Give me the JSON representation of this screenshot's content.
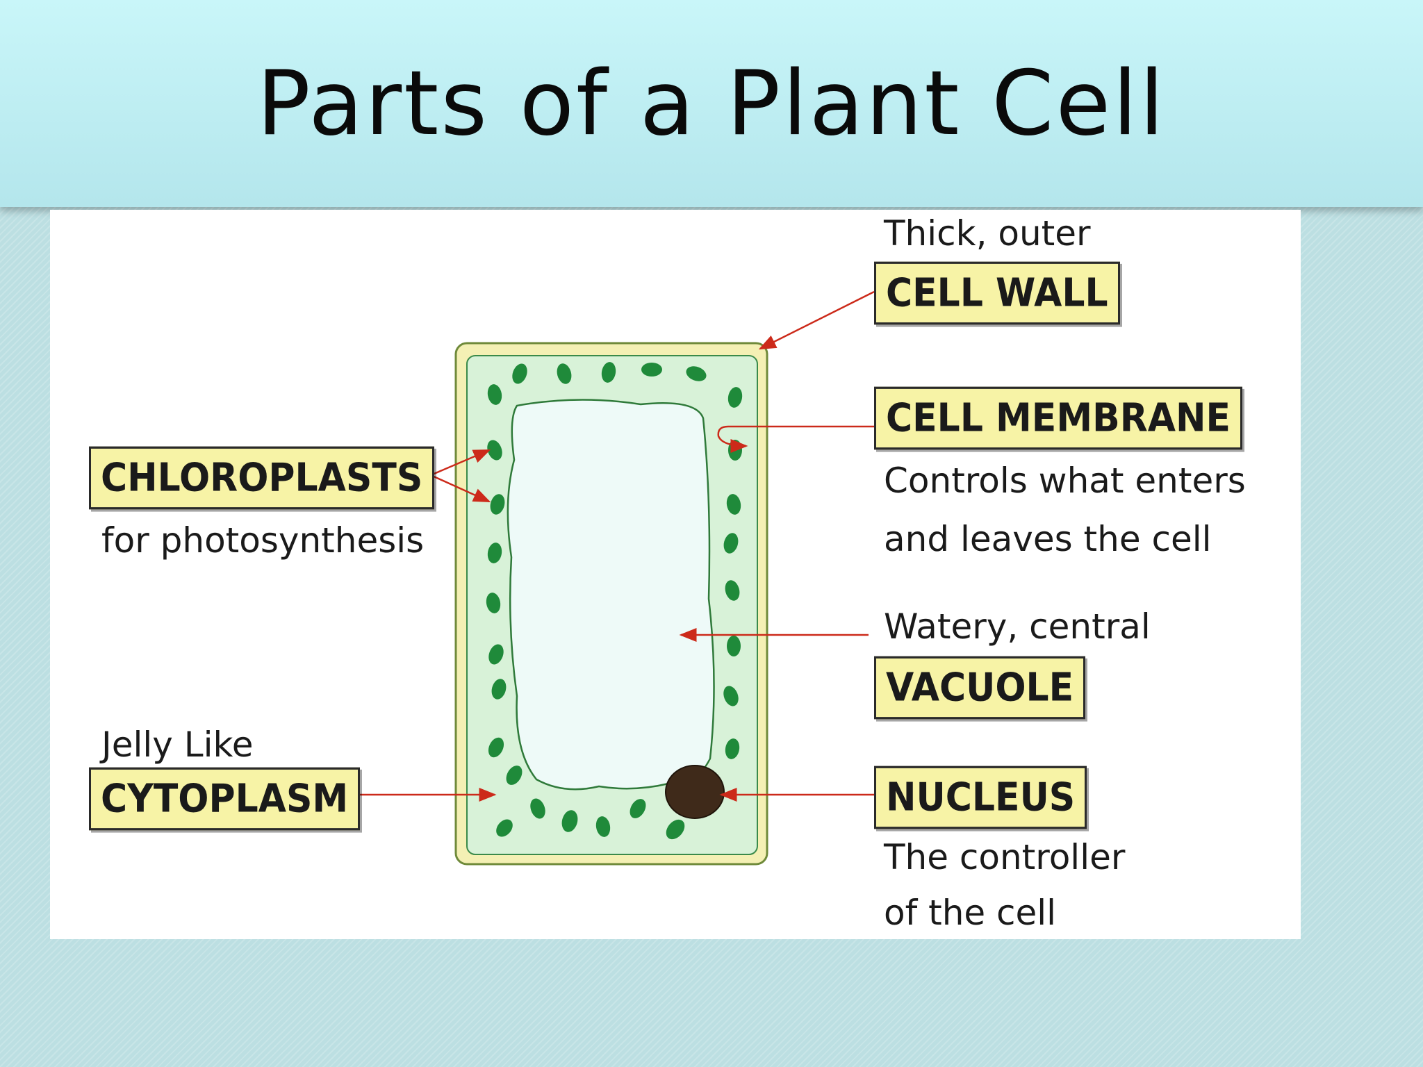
{
  "title": "Parts of a Plant Cell",
  "labels": {
    "cell_wall": {
      "pre": "Thick, outer",
      "name": "CELL WALL"
    },
    "cell_membrane": {
      "name": "CELL MEMBRANE",
      "line1": "Controls what enters",
      "line2": "and leaves the cell"
    },
    "chloroplasts": {
      "name": "CHLOROPLASTS",
      "post": "for photosynthesis"
    },
    "vacuole": {
      "pre": "Watery, central",
      "name": "VACUOLE"
    },
    "cytoplasm": {
      "pre": "Jelly Like",
      "name": "CYTOPLASM"
    },
    "nucleus": {
      "name": "NUCLEUS",
      "line1": "The controller",
      "line2": "of the cell"
    }
  },
  "colors": {
    "cell_wall": "#f4f0b4",
    "cytoplasm": "#d8f2d8",
    "vacuole": "#eefaf8",
    "chloroplast": "#1f8a3a",
    "nucleus": "#3f2a1a",
    "arrow": "#cc2a1a",
    "label_box": "#f7f3a6"
  }
}
